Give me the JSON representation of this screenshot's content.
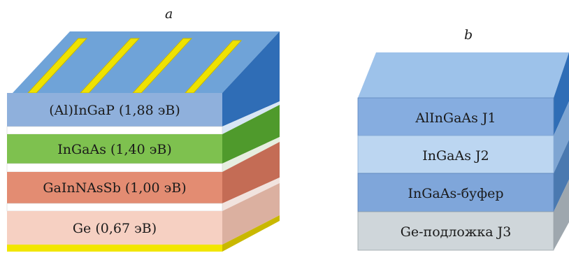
{
  "panel_a": {
    "caption": "a",
    "layers": [
      {
        "label": "(Al)InGaP (1,88 эВ)",
        "front": "#8fb0dc",
        "side": "#2f6db6"
      },
      {
        "label": "InGaAs (1,40 эВ)",
        "front": "#7ec14f",
        "side": "#4f9a2c"
      },
      {
        "label": "GaInNAsSb (1,00 эВ)",
        "front": "#e38c72",
        "side": "#c46c55"
      },
      {
        "label": "Ge (0,67 эВ)",
        "front": "#f6d0c2",
        "side": "#dbb0a0"
      }
    ],
    "top_color": "#6fa3d8",
    "contact_color": "#f2e600"
  },
  "panel_b": {
    "caption": "b",
    "layers": [
      {
        "label": "AlInGaAs J1",
        "front": "#86ade0",
        "side": "#2f6db6"
      },
      {
        "label": "InGaAs J2",
        "front": "#bcd6f1",
        "side": "#7ea5d2"
      },
      {
        "label": "InGaAs-буфер",
        "front": "#7fa6da",
        "side": "#4a79b0"
      },
      {
        "label": "Ge-подложка J3",
        "front": "#cfd6da",
        "side": "#9ea7ae"
      }
    ],
    "top_color": "#9dc2ea"
  }
}
